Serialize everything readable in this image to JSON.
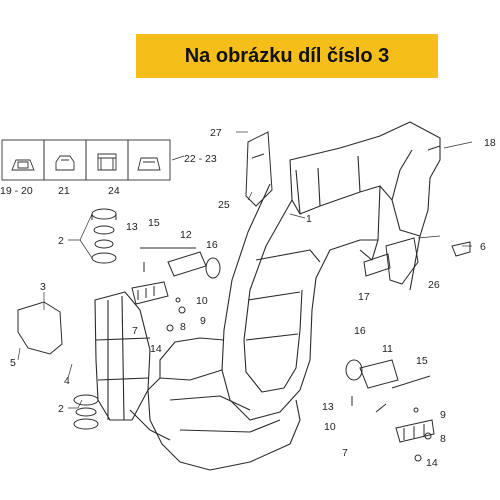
{
  "banner": {
    "text": "Na obrázku díl číslo 3",
    "color": "#f5be18"
  },
  "diagram": {
    "callouts": [
      {
        "id": "c1",
        "label": "1"
      },
      {
        "id": "c2a",
        "label": "2"
      },
      {
        "id": "c2b",
        "label": "2"
      },
      {
        "id": "c3",
        "label": "3"
      },
      {
        "id": "c4",
        "label": "4"
      },
      {
        "id": "c5",
        "label": "5"
      },
      {
        "id": "c6",
        "label": "6"
      },
      {
        "id": "c7a",
        "label": "7"
      },
      {
        "id": "c7b",
        "label": "7"
      },
      {
        "id": "c8a",
        "label": "8"
      },
      {
        "id": "c8b",
        "label": "8"
      },
      {
        "id": "c9a",
        "label": "9"
      },
      {
        "id": "c9b",
        "label": "9"
      },
      {
        "id": "c10a",
        "label": "10"
      },
      {
        "id": "c10b",
        "label": "10"
      },
      {
        "id": "c11",
        "label": "11"
      },
      {
        "id": "c12",
        "label": "12"
      },
      {
        "id": "c13a",
        "label": "13"
      },
      {
        "id": "c13b",
        "label": "13"
      },
      {
        "id": "c14a",
        "label": "14"
      },
      {
        "id": "c14b",
        "label": "14"
      },
      {
        "id": "c15a",
        "label": "15"
      },
      {
        "id": "c15b",
        "label": "15"
      },
      {
        "id": "c16a",
        "label": "16"
      },
      {
        "id": "c16b",
        "label": "16"
      },
      {
        "id": "c17",
        "label": "17"
      },
      {
        "id": "c18",
        "label": "18"
      },
      {
        "id": "c1920",
        "label": "19 - 20"
      },
      {
        "id": "c21",
        "label": "21"
      },
      {
        "id": "c2223",
        "label": "22 - 23"
      },
      {
        "id": "c24",
        "label": "24"
      },
      {
        "id": "c25",
        "label": "25"
      },
      {
        "id": "c26",
        "label": "26"
      },
      {
        "id": "c27",
        "label": "27"
      }
    ]
  }
}
